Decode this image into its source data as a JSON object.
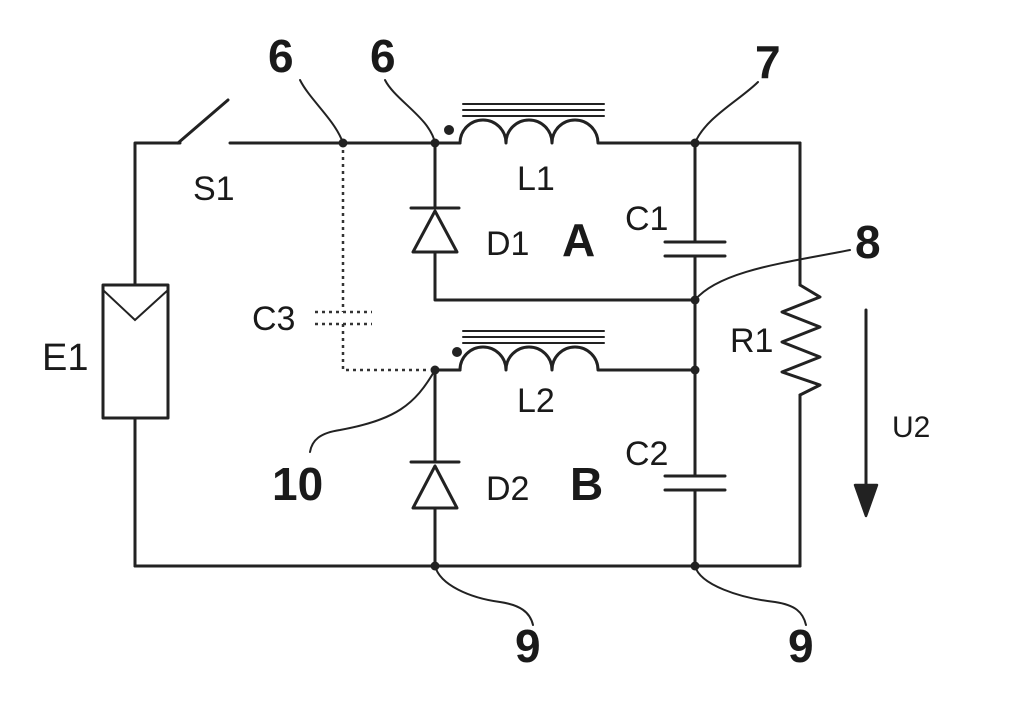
{
  "labels": {
    "node_6a": "6",
    "node_6b": "6",
    "node_7": "7",
    "node_8": "8",
    "node_10": "10",
    "node_9a": "9",
    "node_9b": "9",
    "switch": "S1",
    "source": "E1",
    "inductor_1": "L1",
    "inductor_2": "L2",
    "diode_1": "D1",
    "diode_2": "D2",
    "capacitor_1": "C1",
    "capacitor_2": "C2",
    "capacitor_3": "C3",
    "resistor": "R1",
    "section_a": "A",
    "section_b": "B",
    "voltage": "U2"
  }
}
